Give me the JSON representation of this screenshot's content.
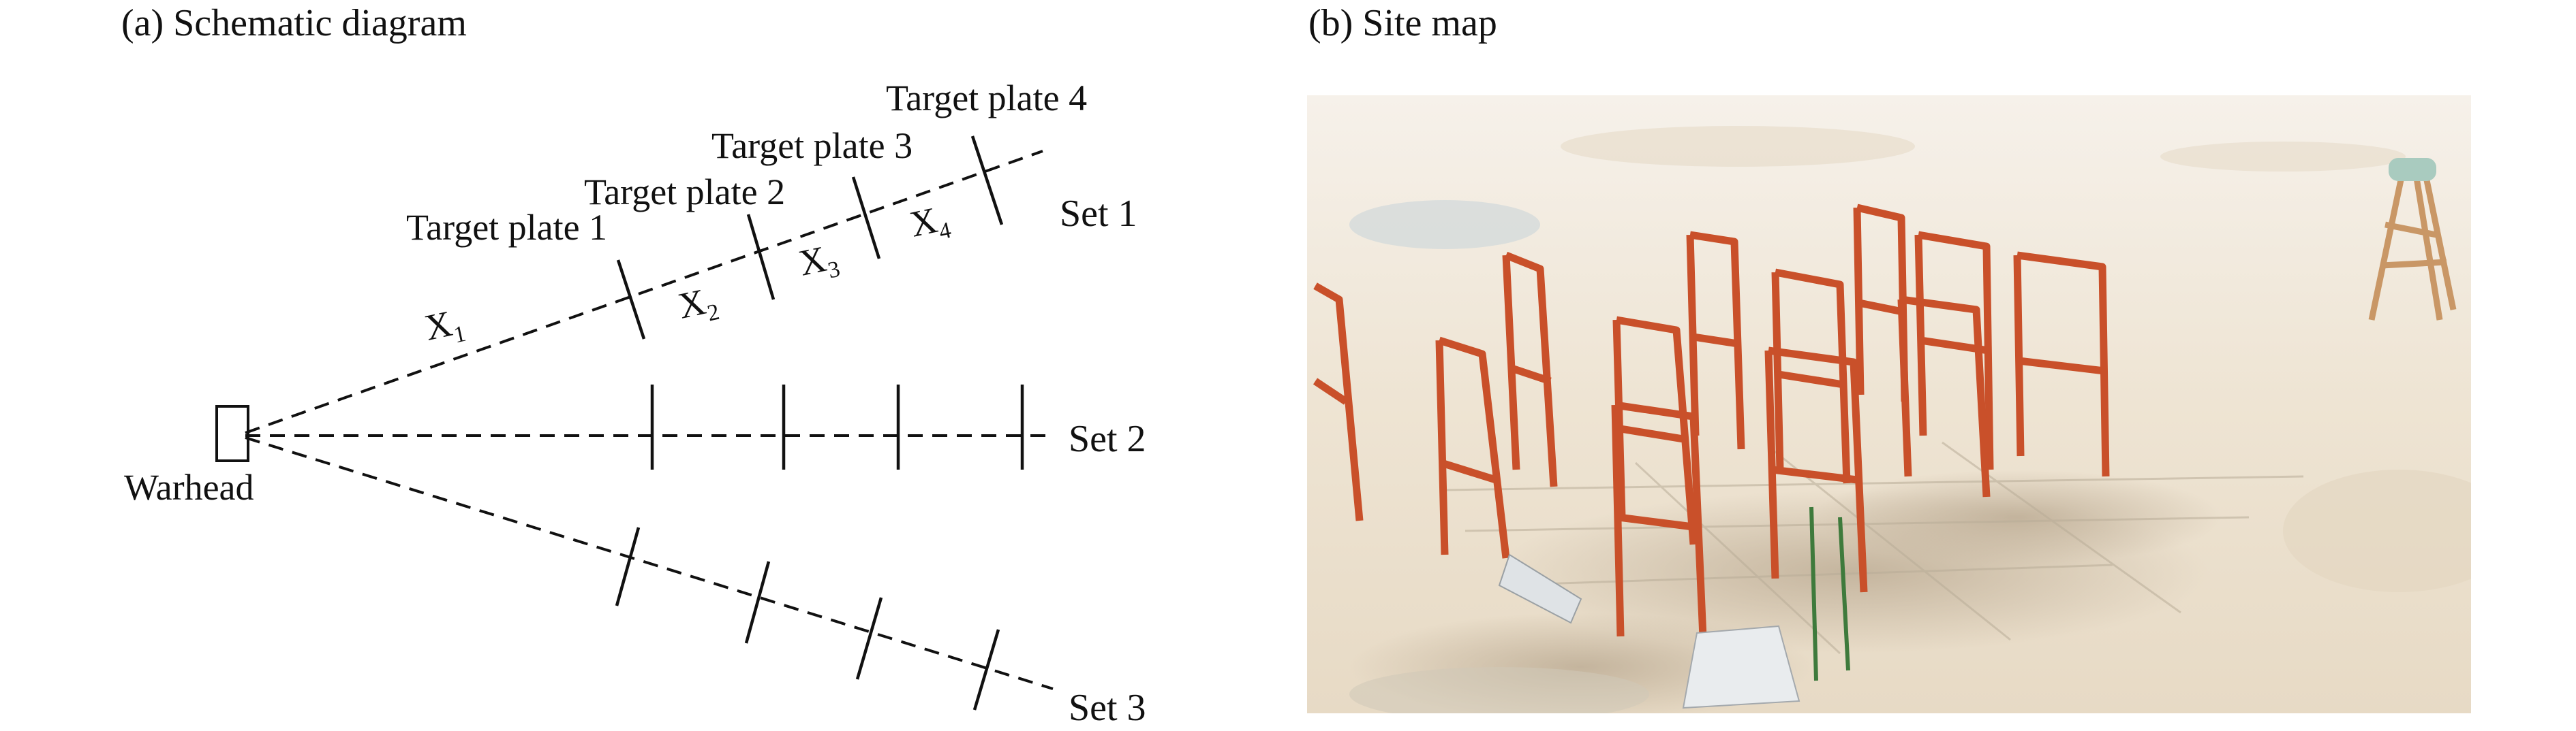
{
  "panel_a": {
    "caption": "(a) Schematic diagram",
    "warhead_label": "Warhead",
    "plate_labels": [
      "Target plate 1",
      "Target plate 2",
      "Target plate 3",
      "Target plate 4"
    ],
    "distance_labels": [
      {
        "base": "X",
        "sub": "1"
      },
      {
        "base": "X",
        "sub": "2"
      },
      {
        "base": "X",
        "sub": "3"
      },
      {
        "base": "X",
        "sub": "4"
      }
    ],
    "set_labels": [
      "Set 1",
      "Set 2",
      "Set 3"
    ]
  },
  "panel_b": {
    "caption": "(b) Site map"
  },
  "colors": {
    "ink": "#111111",
    "frame_red": "#c9502a",
    "ground": "#efe6d6",
    "green_pole": "#3e7a3c"
  }
}
